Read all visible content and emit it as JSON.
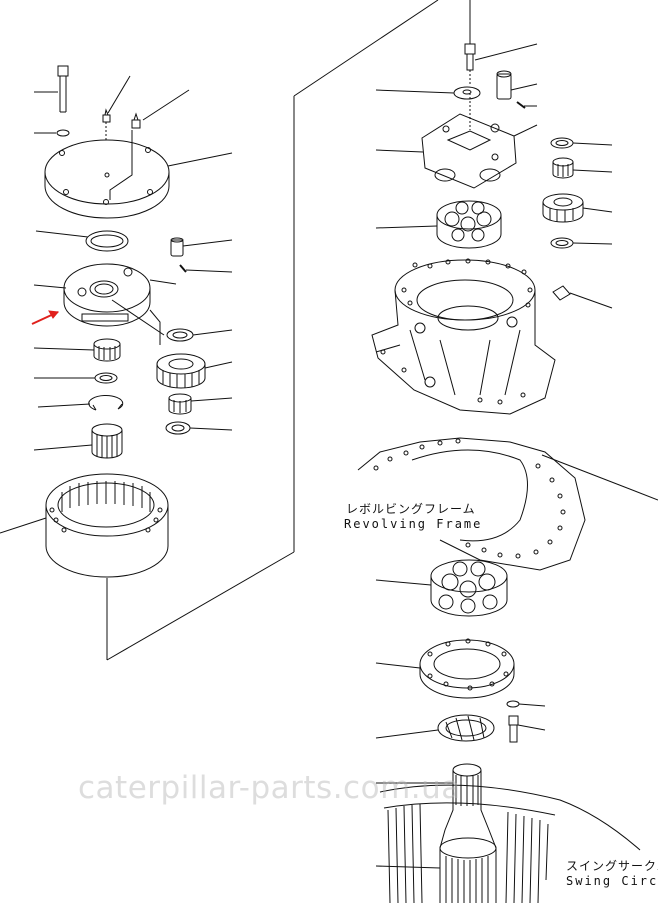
{
  "labels": {
    "revolving_frame_jp": "レボルビングフレーム",
    "revolving_frame_en": "Revolving Frame",
    "swing_circle_jp": "スイングサークル",
    "swing_circle_en": "Swing Circle"
  },
  "watermark": "caterpillar-parts.com.ua",
  "colors": {
    "line": "#111111",
    "pointer_arrow": "#e0201c",
    "watermark": "#b4b4b4"
  }
}
